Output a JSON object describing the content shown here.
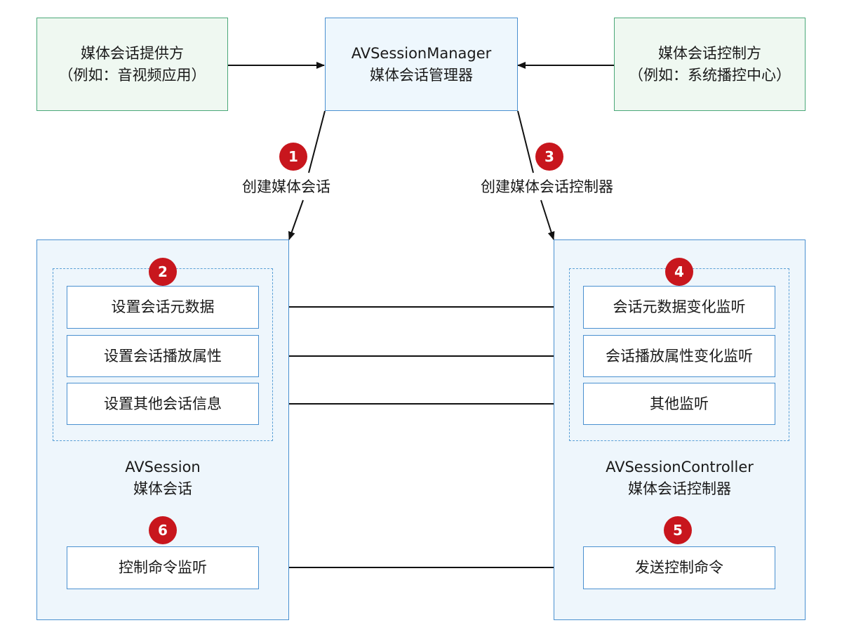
{
  "provider": {
    "line1": "媒体会话提供方",
    "line2": "（例如：音视频应用）"
  },
  "manager": {
    "line1": "AVSessionManager",
    "line2": "媒体会话管理器"
  },
  "controller_side": {
    "line1": "媒体会话控制方",
    "line2": "（例如：系统播控中心）"
  },
  "steps": {
    "s1": {
      "num": "1",
      "label": "创建媒体会话"
    },
    "s2": {
      "num": "2"
    },
    "s3": {
      "num": "3",
      "label": "创建媒体会话控制器"
    },
    "s4": {
      "num": "4"
    },
    "s5": {
      "num": "5"
    },
    "s6": {
      "num": "6"
    }
  },
  "session": {
    "items": [
      "设置会话元数据",
      "设置会话播放属性",
      "设置其他会话信息"
    ],
    "title1": "AVSession",
    "title2": "媒体会话",
    "listen": "控制命令监听"
  },
  "session_controller": {
    "items": [
      "会话元数据变化监听",
      "会话播放属性变化监听",
      "其他监听"
    ],
    "title1": "AVSessionController",
    "title2": "媒体会话控制器",
    "send": "发送控制命令"
  },
  "colors": {
    "badge": "#c8161d",
    "green_border": "#4aa878",
    "blue_border": "#4a90d0"
  }
}
